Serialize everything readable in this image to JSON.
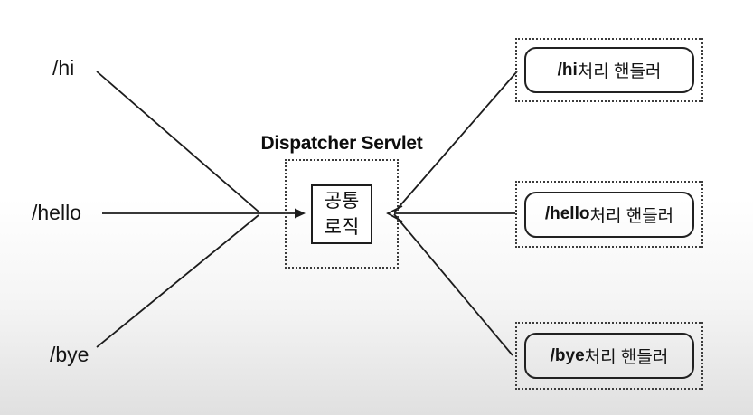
{
  "diagram": {
    "routes": [
      {
        "label": "/hi"
      },
      {
        "label": "/hello"
      },
      {
        "label": "/bye"
      }
    ],
    "dispatcher": {
      "title": "Dispatcher Servlet",
      "core": {
        "line1": "공통",
        "line2": "로직"
      }
    },
    "handlers": [
      {
        "route": "/hi",
        "suffix": " 처리 핸들러"
      },
      {
        "route": "/hello",
        "suffix": " 처리 핸들러"
      },
      {
        "route": "/bye",
        "suffix": " 처리 핸들러"
      }
    ],
    "colors": {
      "line": "#1c1c1c",
      "background_top": "#ffffff",
      "background_bottom": "#e0e0e0",
      "border": "#212121"
    }
  }
}
